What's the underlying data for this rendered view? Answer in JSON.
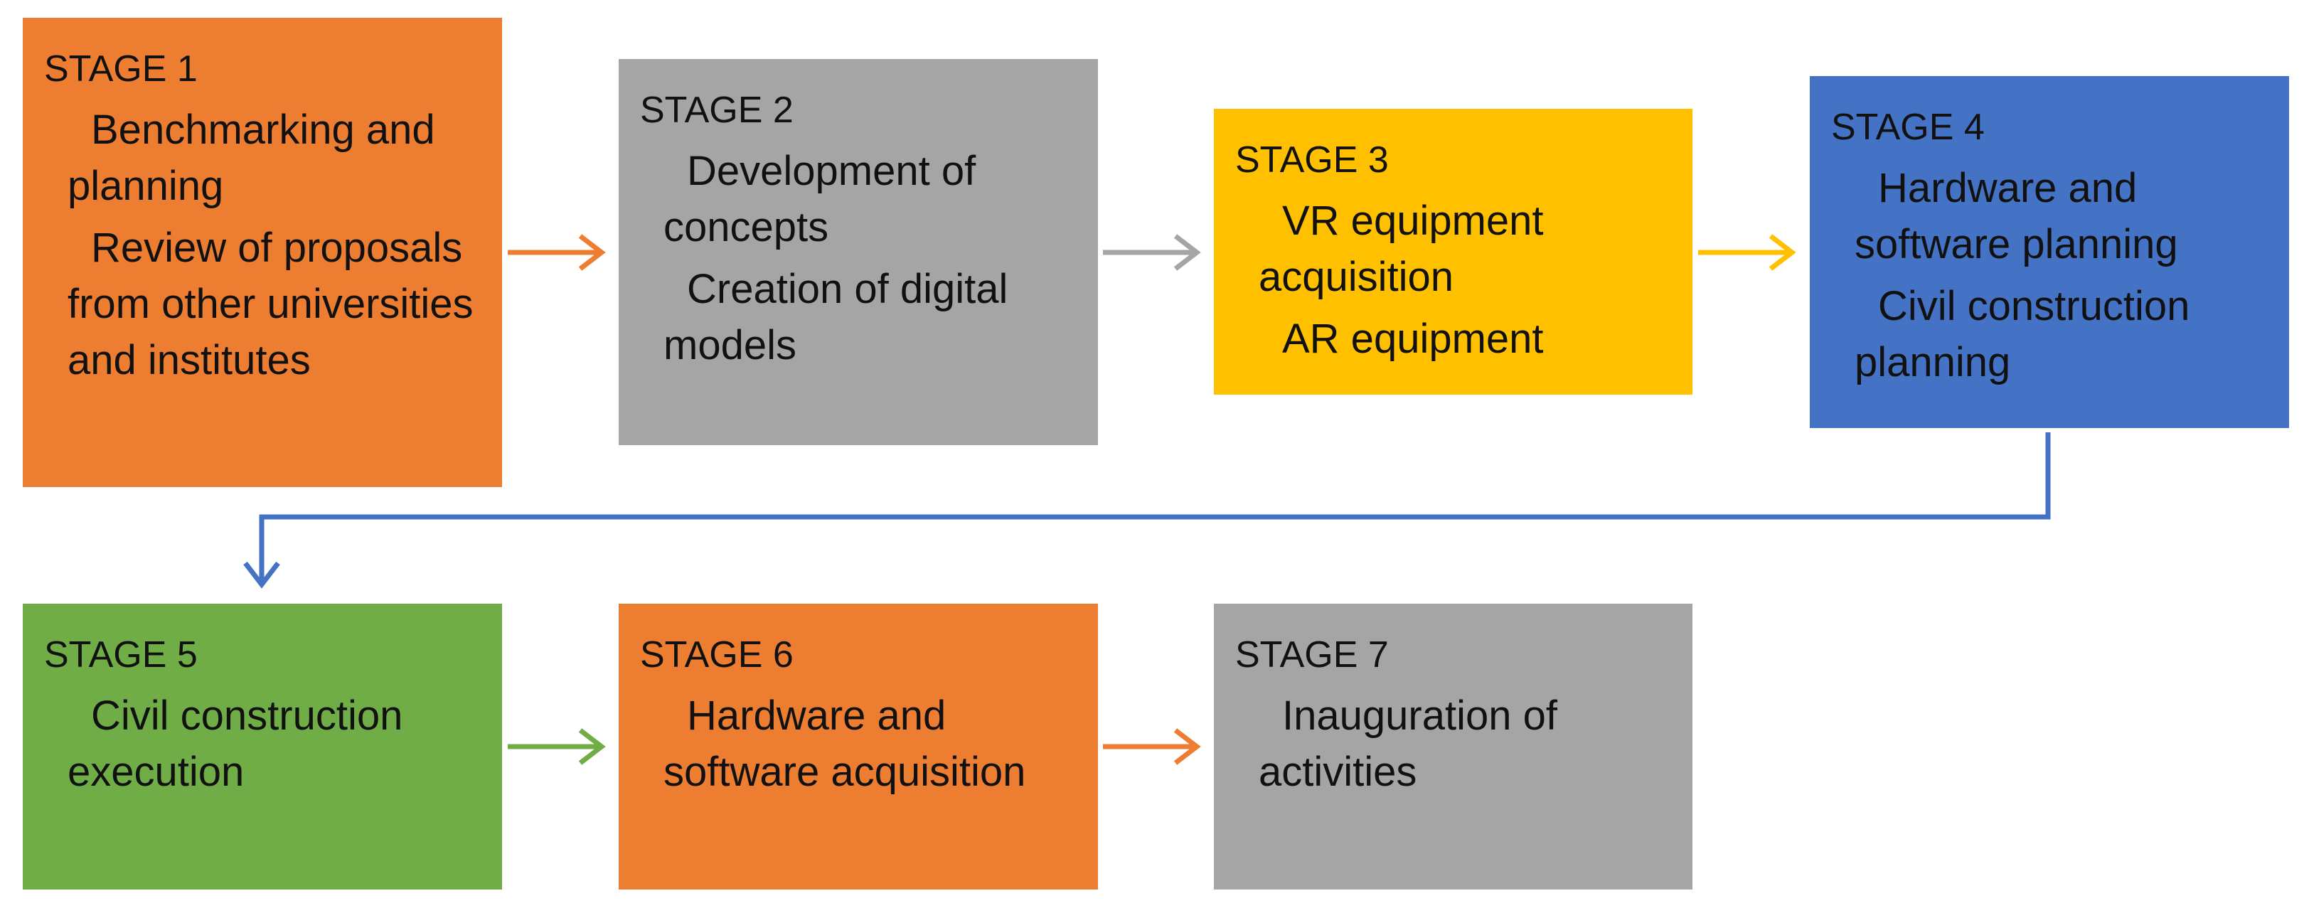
{
  "diagram": {
    "stages": [
      {
        "title": "STAGE 1",
        "items": [
          "Benchmarking and planning",
          "Review of proposals from other universities and institutes"
        ],
        "color": "#ED7D31"
      },
      {
        "title": "STAGE 2",
        "items": [
          "Development of concepts",
          "Creation of digital models"
        ],
        "color": "#A5A5A5"
      },
      {
        "title": "STAGE 3",
        "items": [
          "VR equipment acquisition",
          "AR equipment"
        ],
        "color": "#FFC000"
      },
      {
        "title": "STAGE 4",
        "items": [
          "Hardware and software planning",
          "Civil construction planning"
        ],
        "color": "#4472C4"
      },
      {
        "title": "STAGE 5",
        "items": [
          "Civil construction execution"
        ],
        "color": "#70AD47"
      },
      {
        "title": "STAGE 6",
        "items": [
          "Hardware and software acquisition"
        ],
        "color": "#ED7D31"
      },
      {
        "title": "STAGE 7",
        "items": [
          "Inauguration of activities"
        ],
        "color": "#A5A5A5"
      }
    ],
    "connectors": [
      {
        "from": "STAGE 1",
        "to": "STAGE 2",
        "color": "#ED7D31"
      },
      {
        "from": "STAGE 2",
        "to": "STAGE 3",
        "color": "#A5A5A5"
      },
      {
        "from": "STAGE 3",
        "to": "STAGE 4",
        "color": "#FFC000"
      },
      {
        "from": "STAGE 4",
        "to": "STAGE 5",
        "color": "#4472C4"
      },
      {
        "from": "STAGE 5",
        "to": "STAGE 6",
        "color": "#70AD47"
      },
      {
        "from": "STAGE 6",
        "to": "STAGE 7",
        "color": "#ED7D31"
      }
    ]
  }
}
